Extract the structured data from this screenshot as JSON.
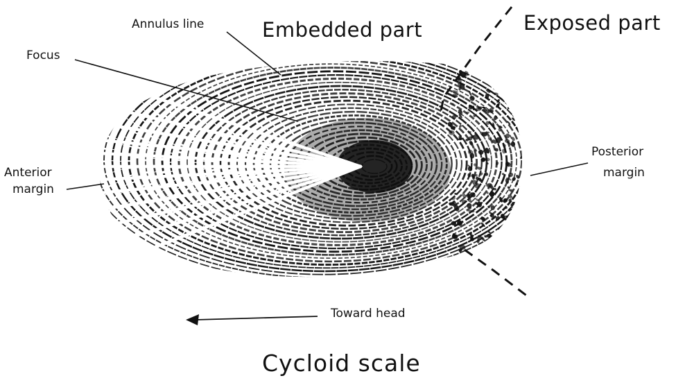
{
  "diagram": {
    "title": "Cycloid scale",
    "labels": {
      "annulus_line": "Annulus line",
      "embedded_part": "Embedded part",
      "exposed_part": "Exposed part",
      "focus": "Focus",
      "anterior_margin": [
        "Anterior",
        "margin"
      ],
      "posterior_margin": [
        "Posterior",
        "margin"
      ],
      "toward_head": "Toward head"
    }
  }
}
